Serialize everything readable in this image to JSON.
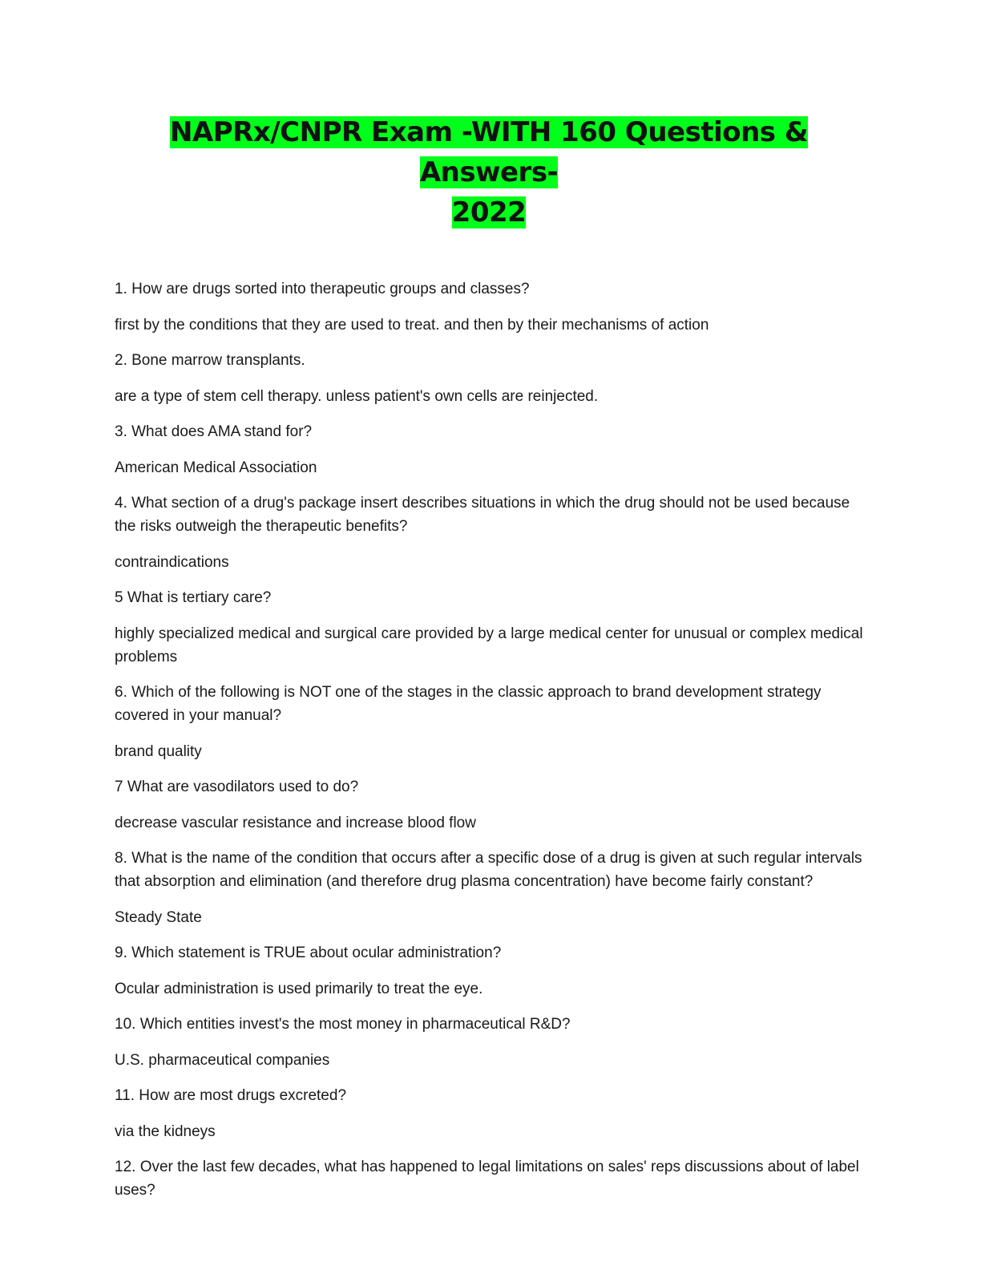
{
  "document": {
    "title_line1": "NAPRx/CNPR Exam -WITH 160 Questions & Answers-",
    "title_line2": "2022"
  },
  "items": [
    {
      "q": "1. How are drugs sorted into therapeutic groups and classes?",
      "a": "first by the conditions that they are used to treat. and then by their mechanisms of action"
    },
    {
      "q": "2. Bone marrow transplants.",
      "a": "are a type of stem cell therapy. unless patient's own cells are reinjected."
    },
    {
      "q": "3. What does AMA stand for?",
      "a": "American Medical Association"
    },
    {
      "q": "4. What section of a drug's package insert describes situations in which the drug should not be used because the risks outweigh the therapeutic benefits?",
      "a": "contraindications"
    },
    {
      "q": "5 What is tertiary care?",
      "a": "highly specialized medical and surgical care provided by a large medical center for unusual or complex medical problems"
    },
    {
      "q": "6. Which of the following is NOT one of the stages in the classic approach to brand development strategy covered in your manual?",
      "a": "brand quality"
    },
    {
      "q": "7 What are vasodilators used to do?",
      "a": "decrease vascular resistance and increase blood flow"
    },
    {
      "q": "8. What is the name of the condition that occurs after a specific dose of a drug is given at such regular intervals that absorption and elimination (and therefore drug plasma concentration) have become fairly constant?",
      "a": "Steady State"
    },
    {
      "q": "9. Which statement is TRUE about ocular administration?",
      "a": "Ocular administration is used primarily to treat the eye."
    },
    {
      "q": "10. Which entities invest's the most money in pharmaceutical R&D?",
      "a": "U.S. pharmaceutical companies"
    },
    {
      "q": "11. How are most drugs excreted?",
      "a": "via the kidneys"
    },
    {
      "q": "12. Over the last few decades, what has happened to legal limitations on sales' reps discussions about of label uses?",
      "a": ""
    }
  ]
}
